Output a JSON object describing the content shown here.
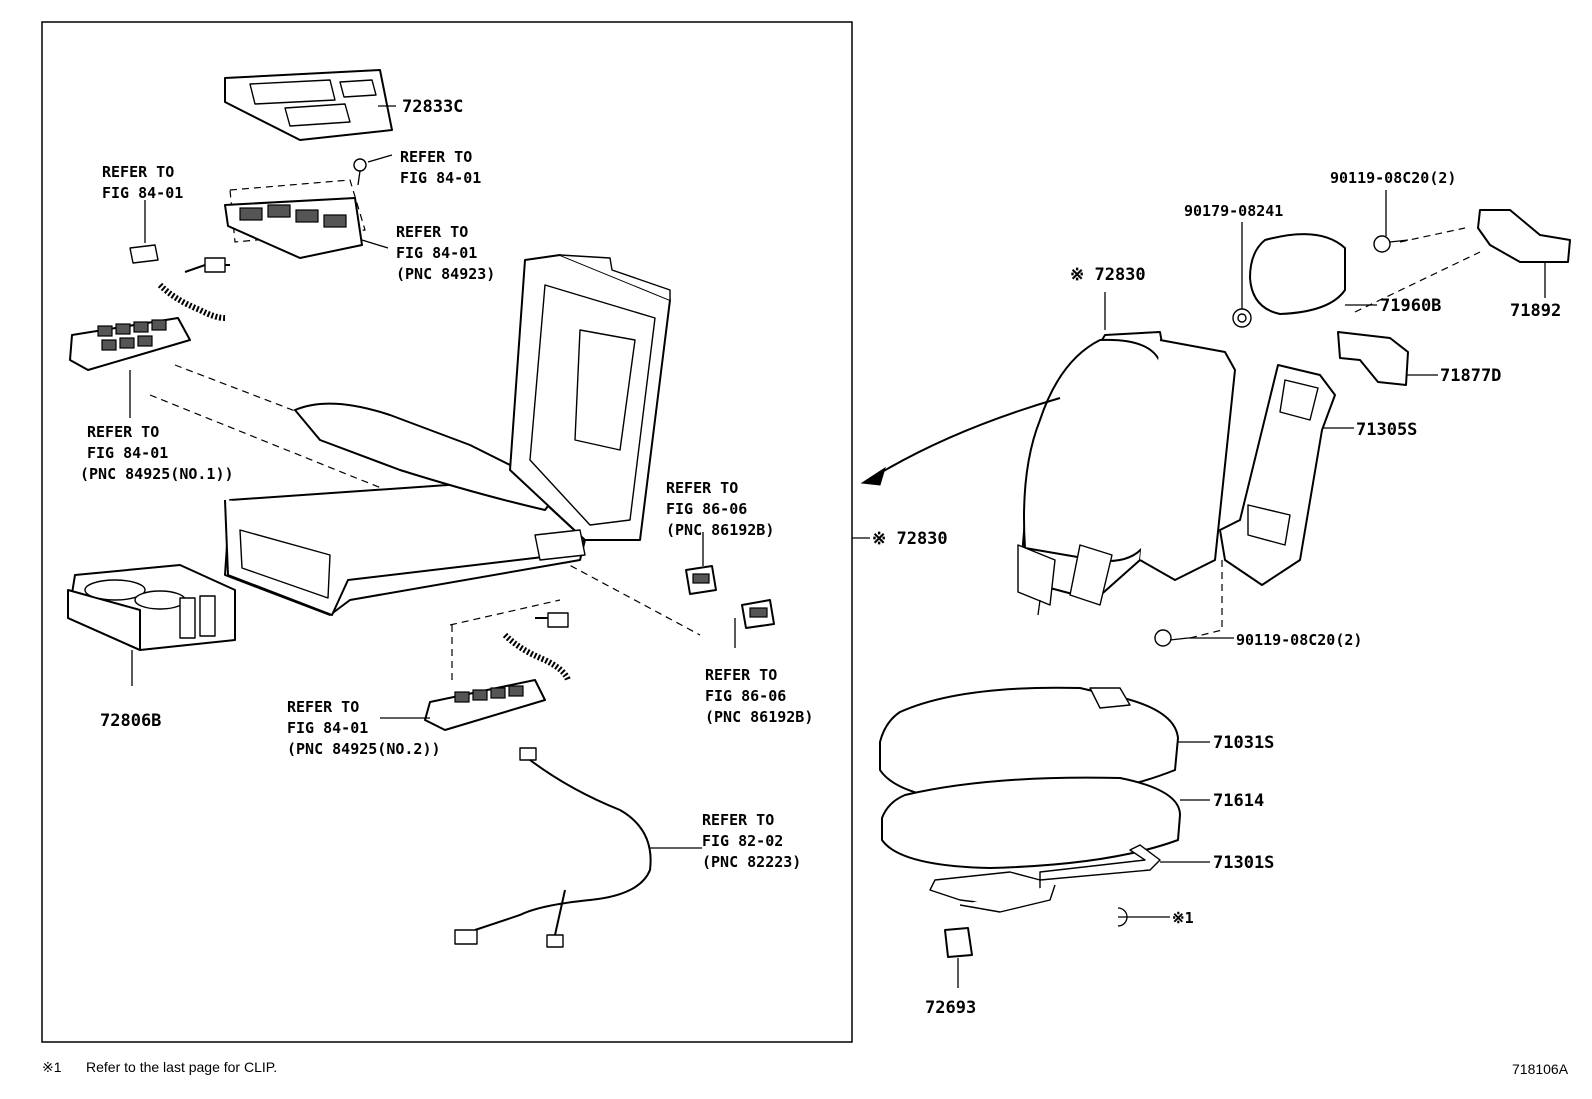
{
  "labels": {
    "p72833c": "72833C",
    "refer_top_a1": "REFER TO",
    "refer_top_a2": "FIG 84-01",
    "refer_left_a1": "REFER TO",
    "refer_left_a2": "FIG 84-01",
    "refer_sw_1": "REFER TO",
    "refer_sw_2": "FIG 84-01",
    "refer_sw_3": "(PNC 84923)",
    "refer_rc1_1": "REFER TO",
    "refer_rc1_2": "FIG 84-01",
    "refer_rc1_3": "(PNC 84925(NO.1))",
    "refer_86a_1": "REFER TO",
    "refer_86a_2": "FIG 86-06",
    "refer_86a_3": "(PNC 86192B)",
    "refer_86b_1": "REFER TO",
    "refer_86b_2": "FIG 86-06",
    "refer_86b_3": "(PNC 86192B)",
    "refer_rc2_1": "REFER TO",
    "refer_rc2_2": "FIG 84-01",
    "refer_rc2_3": "(PNC 84925(NO.2))",
    "refer_82_1": "REFER TO",
    "refer_82_2": "FIG 82-02",
    "refer_82_3": "(PNC 82223)",
    "p72806b": "72806B",
    "p72830_box": "※ 72830",
    "p72830_top": "※ 72830",
    "p90179": "90179-08241",
    "p90119_top": "90119-08C20(2)",
    "p71892": "71892",
    "p71960b": "71960B",
    "p71877d": "71877D",
    "p71305s": "71305S",
    "p90119_bot": "90119-08C20(2)",
    "p71031s": "71031S",
    "p71614": "71614",
    "p71301s": "71301S",
    "clip_ref": "※1",
    "p72693": "72693"
  },
  "footer": {
    "note_mark": "※1",
    "note_text": "Refer to the last page for CLIP.",
    "figure_code": "718106A"
  }
}
